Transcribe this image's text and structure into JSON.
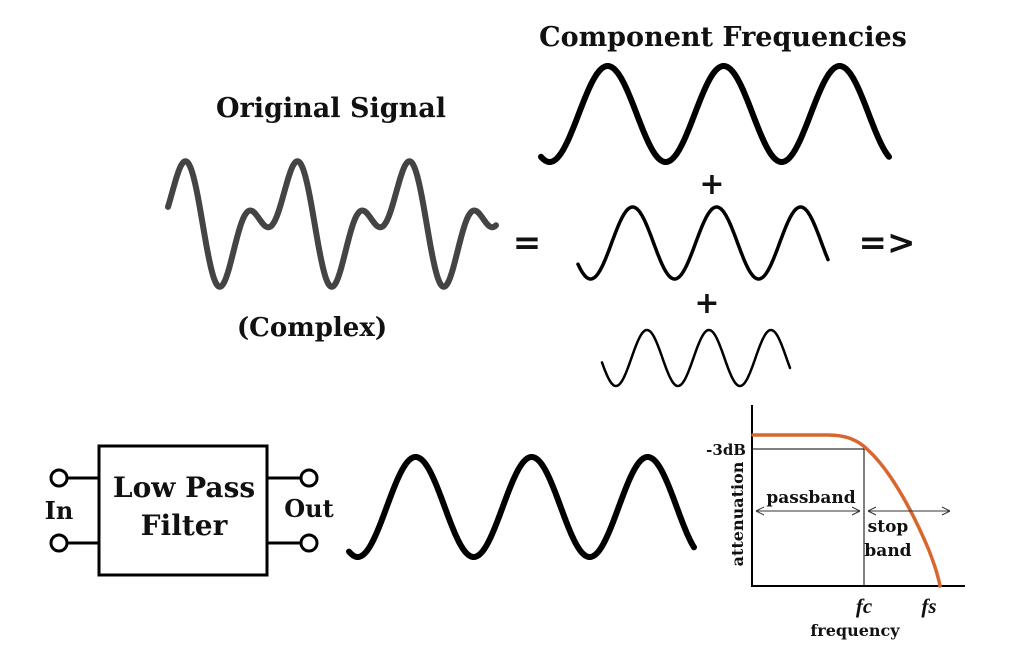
{
  "titles": {
    "original_signal": "Original Signal",
    "complex": "(Complex)",
    "component_frequencies": "Component Frequencies"
  },
  "operators": {
    "equals": "=",
    "plus_1": "+",
    "plus_2": "+",
    "arrow": "=>"
  },
  "filter": {
    "label_line1": "Low Pass",
    "label_line2": "Filter",
    "input_label": "In",
    "output_label": "Out"
  },
  "response_plot": {
    "minus3db_label": "-3dB",
    "y_axis_label": "attenuation",
    "x_axis_label": "frequency",
    "passband_label": "passband",
    "stopband_line1": "stop",
    "stopband_line2": "band",
    "fc_label": "fc",
    "fs_label": "fs",
    "curve_color": "#d9662f"
  },
  "colors": {
    "complex_wave": "#444444",
    "wave": "#000000"
  }
}
